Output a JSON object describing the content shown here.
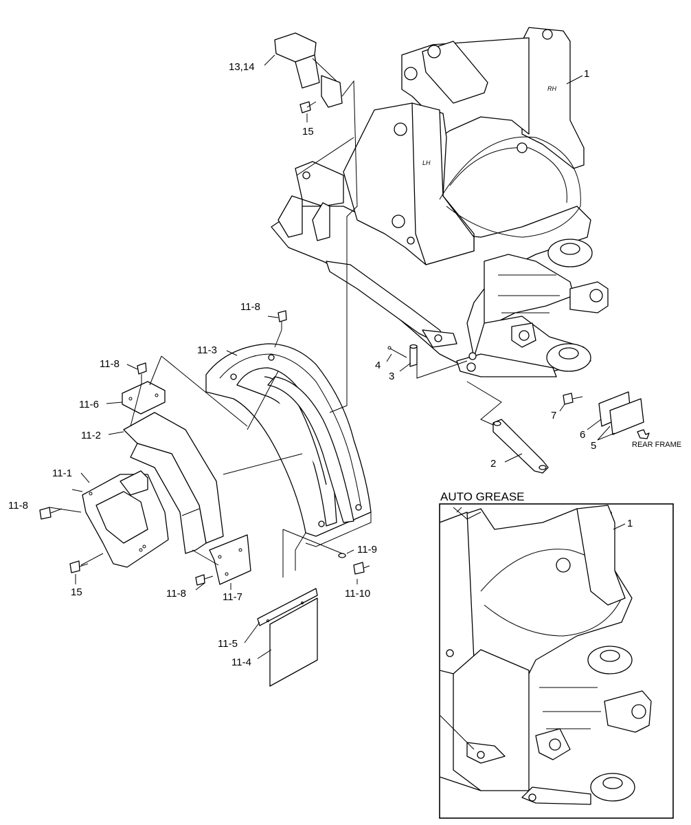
{
  "labels": {
    "p1": "1",
    "p2": "2",
    "p3": "3",
    "p4": "4",
    "p5": "5",
    "p6": "6",
    "p7": "7",
    "p13_14": "13,14",
    "p15_top": "15",
    "p15_bottom": "15",
    "p11_1": "11-1",
    "p11_2": "11-2",
    "p11_3": "11-3",
    "p11_4": "11-4",
    "p11_5": "11-5",
    "p11_6": "11-6",
    "p11_7": "11-7",
    "p11_8_a": "11-8",
    "p11_8_b": "11-8",
    "p11_8_c": "11-8",
    "p11_8_d": "11-8",
    "p11_9": "11-9",
    "p11_10": "11-10",
    "rear_frame": "REAR FRAME",
    "auto_grease": "AUTO GREASE",
    "inset_p1": "1",
    "mark_rh": "RH",
    "mark_lh": "LH"
  }
}
